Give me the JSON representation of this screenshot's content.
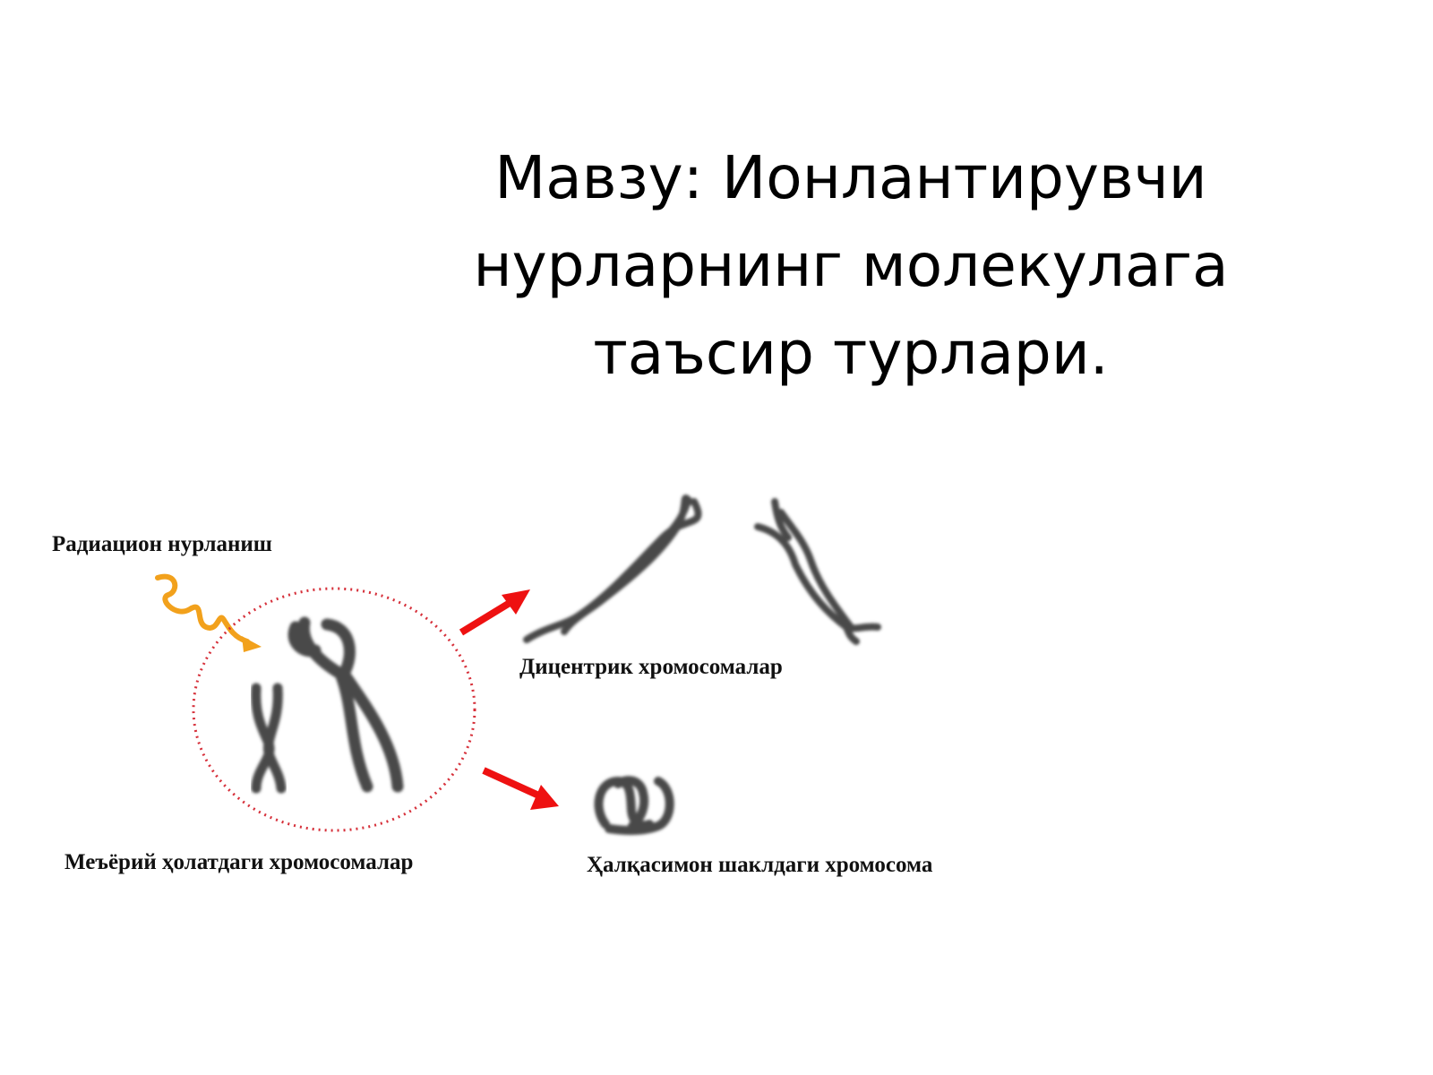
{
  "slide": {
    "title_lines": [
      "Мавзу: Ионлантирувчи",
      "нурларнинг молекулага",
      "таъсир турлари."
    ]
  },
  "diagram": {
    "labels": {
      "radiation": "Радиацион нурланиш",
      "normal": "Меъёрий ҳолатдаги хромосомалар",
      "dicentric": "Дицентрик хромосомалар",
      "ring": "Ҳалқасимон шаклдаги хромосома"
    },
    "colors": {
      "radiation_wave": "#f2a11c",
      "circle": "#d6303a",
      "arrow": "#ee1111",
      "chromosome": "#4a4a4a"
    }
  }
}
